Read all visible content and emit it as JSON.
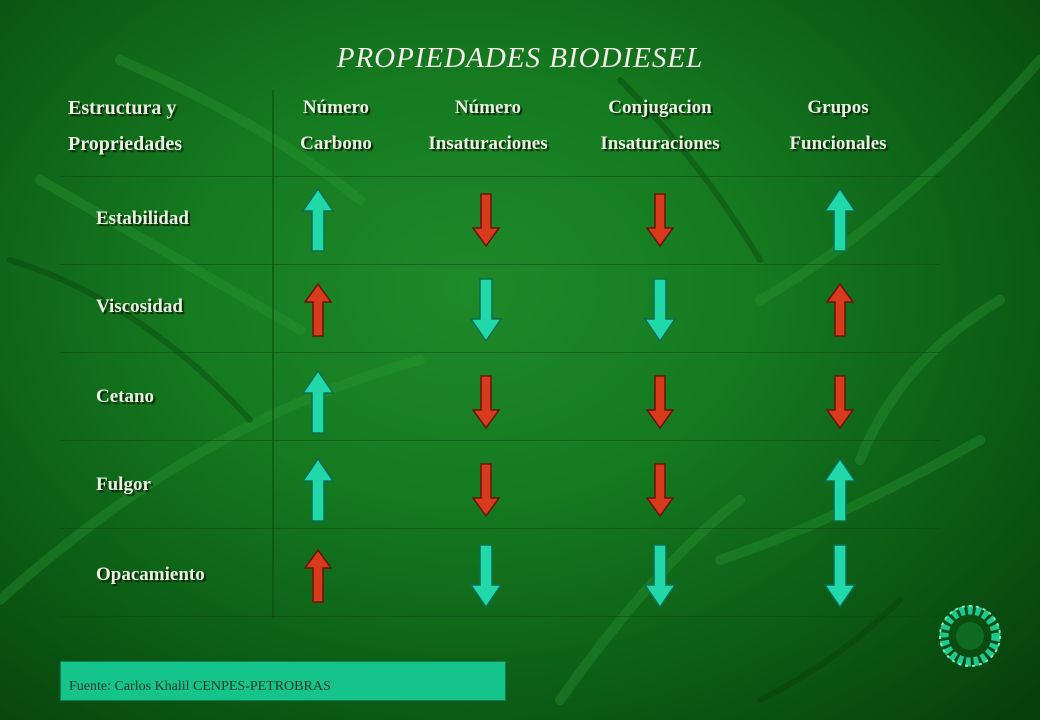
{
  "title": "PROPIEDADES BIODIESEL",
  "header": {
    "first_line1": "Estructura y",
    "first_line2": "Propriedades",
    "columns": [
      {
        "line1": "Número",
        "line2": "Carbono"
      },
      {
        "line1": "Número",
        "line2": "Insaturaciones"
      },
      {
        "line1": "Conjugacion",
        "line2": "Insaturaciones"
      },
      {
        "line1": "Grupos",
        "line2": "Funcionales"
      }
    ]
  },
  "rows": [
    {
      "label": "Estabilidad",
      "arrows": [
        "up-cyan",
        "down-red",
        "down-red",
        "up-cyan"
      ]
    },
    {
      "label": "Viscosidad",
      "arrows": [
        "up-red",
        "down-cyan",
        "down-cyan",
        "up-red"
      ]
    },
    {
      "label": "Cetano",
      "arrows": [
        "up-cyan",
        "down-red",
        "down-red",
        "down-red"
      ]
    },
    {
      "label": "Fulgor",
      "arrows": [
        "up-cyan",
        "down-red",
        "down-red",
        "up-cyan"
      ]
    },
    {
      "label": "Opacamiento",
      "arrows": [
        "up-red",
        "down-cyan",
        "down-cyan",
        "down-cyan"
      ]
    }
  ],
  "colors": {
    "cyan": "#20d8a8",
    "red": "#d83a1c",
    "cyan_stroke": "#0b6e55",
    "red_stroke": "#6a1408"
  },
  "source": "Fuente: Carlos Khalil CENPES-PETROBRAS",
  "logo_icon": "recycle-ring-icon"
}
